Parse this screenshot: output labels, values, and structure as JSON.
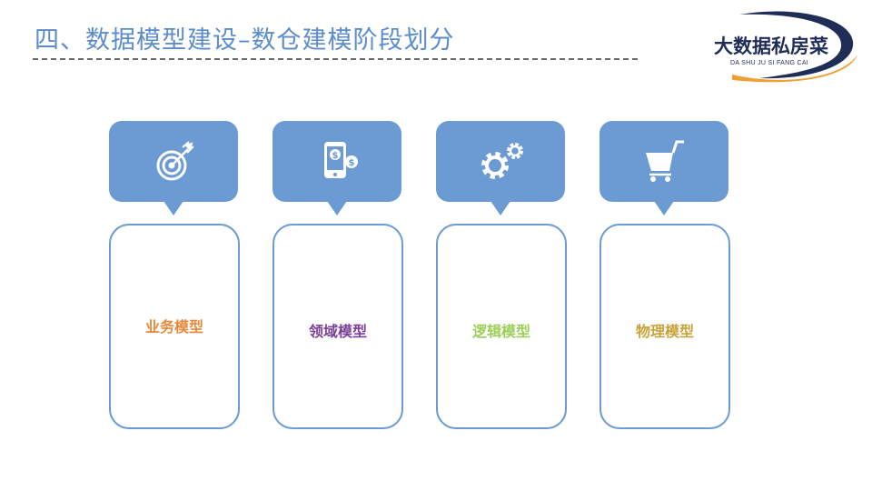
{
  "slide": {
    "title": "四、数据模型建设–数仓建模阶段划分"
  },
  "logo": {
    "main_text": "大数据私房菜",
    "sub_text": "DA SHU JU SI FANG CAI"
  },
  "stages": [
    {
      "label": "业务模型",
      "icon": "target-arrow-icon",
      "color": "#e8883a"
    },
    {
      "label": "领域模型",
      "icon": "phone-money-icon",
      "color": "#7a3f99"
    },
    {
      "label": "逻辑模型",
      "icon": "gears-icon",
      "color": "#9ccf5a"
    },
    {
      "label": "物理模型",
      "icon": "shopping-cart-icon",
      "color": "#c9a23a"
    }
  ],
  "colors": {
    "accent": "#6b9bd2",
    "title": "#5b8ccc",
    "logo_navy": "#1f2d57",
    "logo_orange": "#f0a030"
  }
}
